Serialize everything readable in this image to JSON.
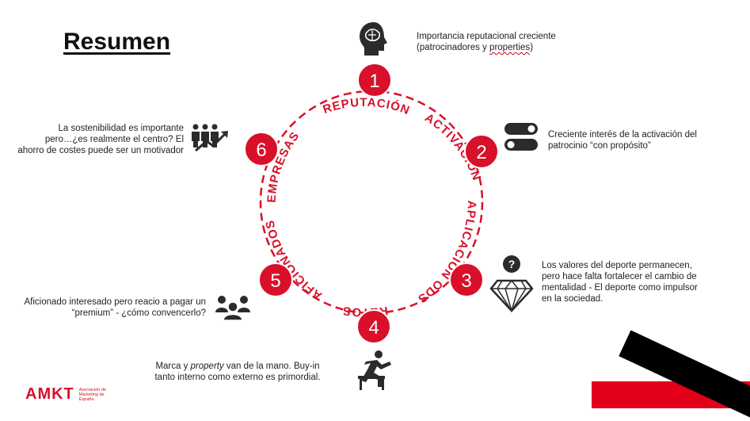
{
  "title": "Resumen",
  "colors": {
    "accent": "#d8102a",
    "icon": "#2b2b2b",
    "black_bar": "#000000",
    "red_bar": "#e2001a"
  },
  "ring_labels": {
    "reputacion": "REPUTACIÓN",
    "activacion": "ACTIVACIÓN",
    "aplicacion_ods": "APLICACIÓN ODS",
    "retos": "RETOS",
    "aficionados": "AFICIONADOS",
    "empresas": "EMPRESAS"
  },
  "nodes": [
    {
      "number": "1",
      "icon": "brain-head-icon",
      "text_lines": [
        "Importancia reputacional creciente",
        "(patrocinadores y ",
        "properties",
        ")"
      ]
    },
    {
      "number": "2",
      "icon": "toggle-switches-icon",
      "text_lines": [
        "Creciente interés de la activación del",
        "patrocinio “con propósito”"
      ]
    },
    {
      "number": "3",
      "icon": "diamond-question-icon",
      "text_lines": [
        "Los valores del deporte permanecen,",
        "pero hace falta fortalecer el cambio de",
        "mentalidad  - El deporte como impulsor",
        "en la sociedad."
      ]
    },
    {
      "number": "4",
      "icon": "hurdler-icon",
      "text_lines": [
        "Marca y ",
        "property",
        " van de la mano. Buy-in",
        "tanto interno como externo es primordial."
      ]
    },
    {
      "number": "5",
      "icon": "group-people-icon",
      "text_lines": [
        "Aficionado interesado pero reacio a pagar un",
        "“premium” - ¿cómo convencerlo?"
      ]
    },
    {
      "number": "6",
      "icon": "people-growth-icon",
      "text_lines": [
        "La sostenibilidad es importante",
        "pero…¿es realmente el centro? El",
        "ahorro de costes puede ser un motivador"
      ]
    }
  ],
  "logo": {
    "mark": "AMKT",
    "subtitle": "Asociación de Marketing de España"
  }
}
